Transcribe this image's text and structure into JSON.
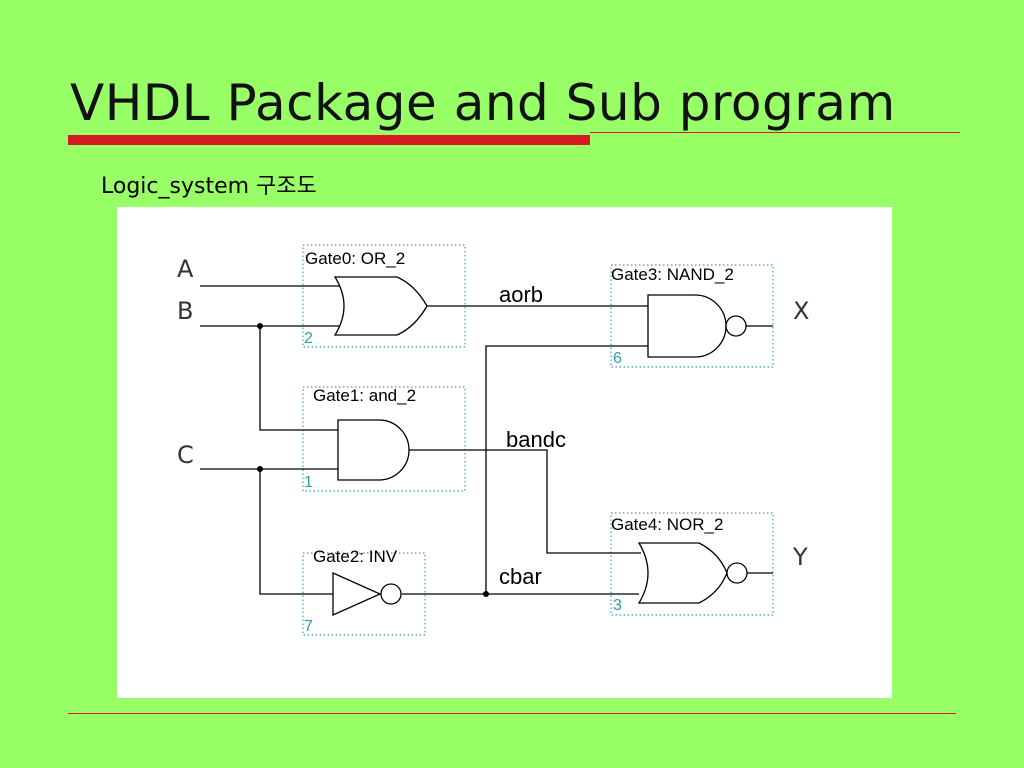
{
  "slide": {
    "title": "VHDL Package and Sub program",
    "subtitle": "Logic_system 구조도"
  },
  "diagram": {
    "inputs": {
      "a": "A",
      "b": "B",
      "c": "C"
    },
    "outputs": {
      "x": "X",
      "y": "Y"
    },
    "gates": {
      "g0": {
        "label": "Gate0: OR_2",
        "number": "2"
      },
      "g1": {
        "label": "Gate1: and_2",
        "number": "1"
      },
      "g2": {
        "label": "Gate2: INV",
        "number": "7"
      },
      "g3": {
        "label": "Gate3: NAND_2",
        "number": "6"
      },
      "g4": {
        "label": "Gate4: NOR_2",
        "number": "3"
      }
    },
    "signals": {
      "aorb": "aorb",
      "bandc": "bandc",
      "cbar": "cbar"
    }
  },
  "colors": {
    "background": "#99ff66",
    "title_rule": "#d71920",
    "frame": "#3a9fb5",
    "instance_number": "#2a9fb0"
  }
}
